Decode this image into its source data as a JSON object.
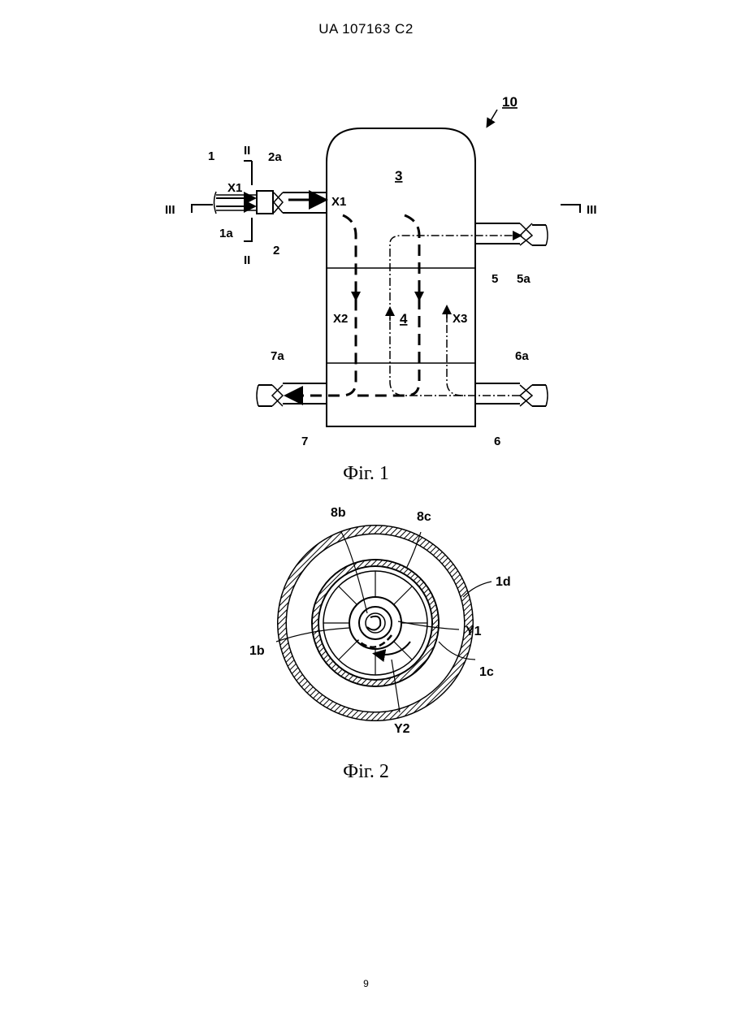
{
  "header": {
    "doc_number": "UA   107163   C2"
  },
  "fig1": {
    "caption": "Фіг. 1",
    "labels": {
      "ref10": "10",
      "l1": "1",
      "l1a": "1a",
      "l2": "2",
      "l2a": "2a",
      "l3": "3",
      "l4": "4",
      "l5": "5",
      "l5a": "5a",
      "l6": "6",
      "l6a": "6a",
      "l7": "7",
      "l7a": "7a",
      "x1_left": "X1",
      "x1_right": "X1",
      "x2": "X2",
      "x3": "X3",
      "sec2_top": "II",
      "sec2_bottom": "II",
      "sec3_left": "III",
      "sec3_right": "III"
    }
  },
  "fig2": {
    "caption": "Фіг. 2",
    "labels": {
      "l8b": "8b",
      "l8c": "8c",
      "l1d": "1d",
      "y1": "Y1",
      "l1b": "1b",
      "l1c": "1c",
      "y2": "Y2"
    }
  },
  "page_number": "9"
}
